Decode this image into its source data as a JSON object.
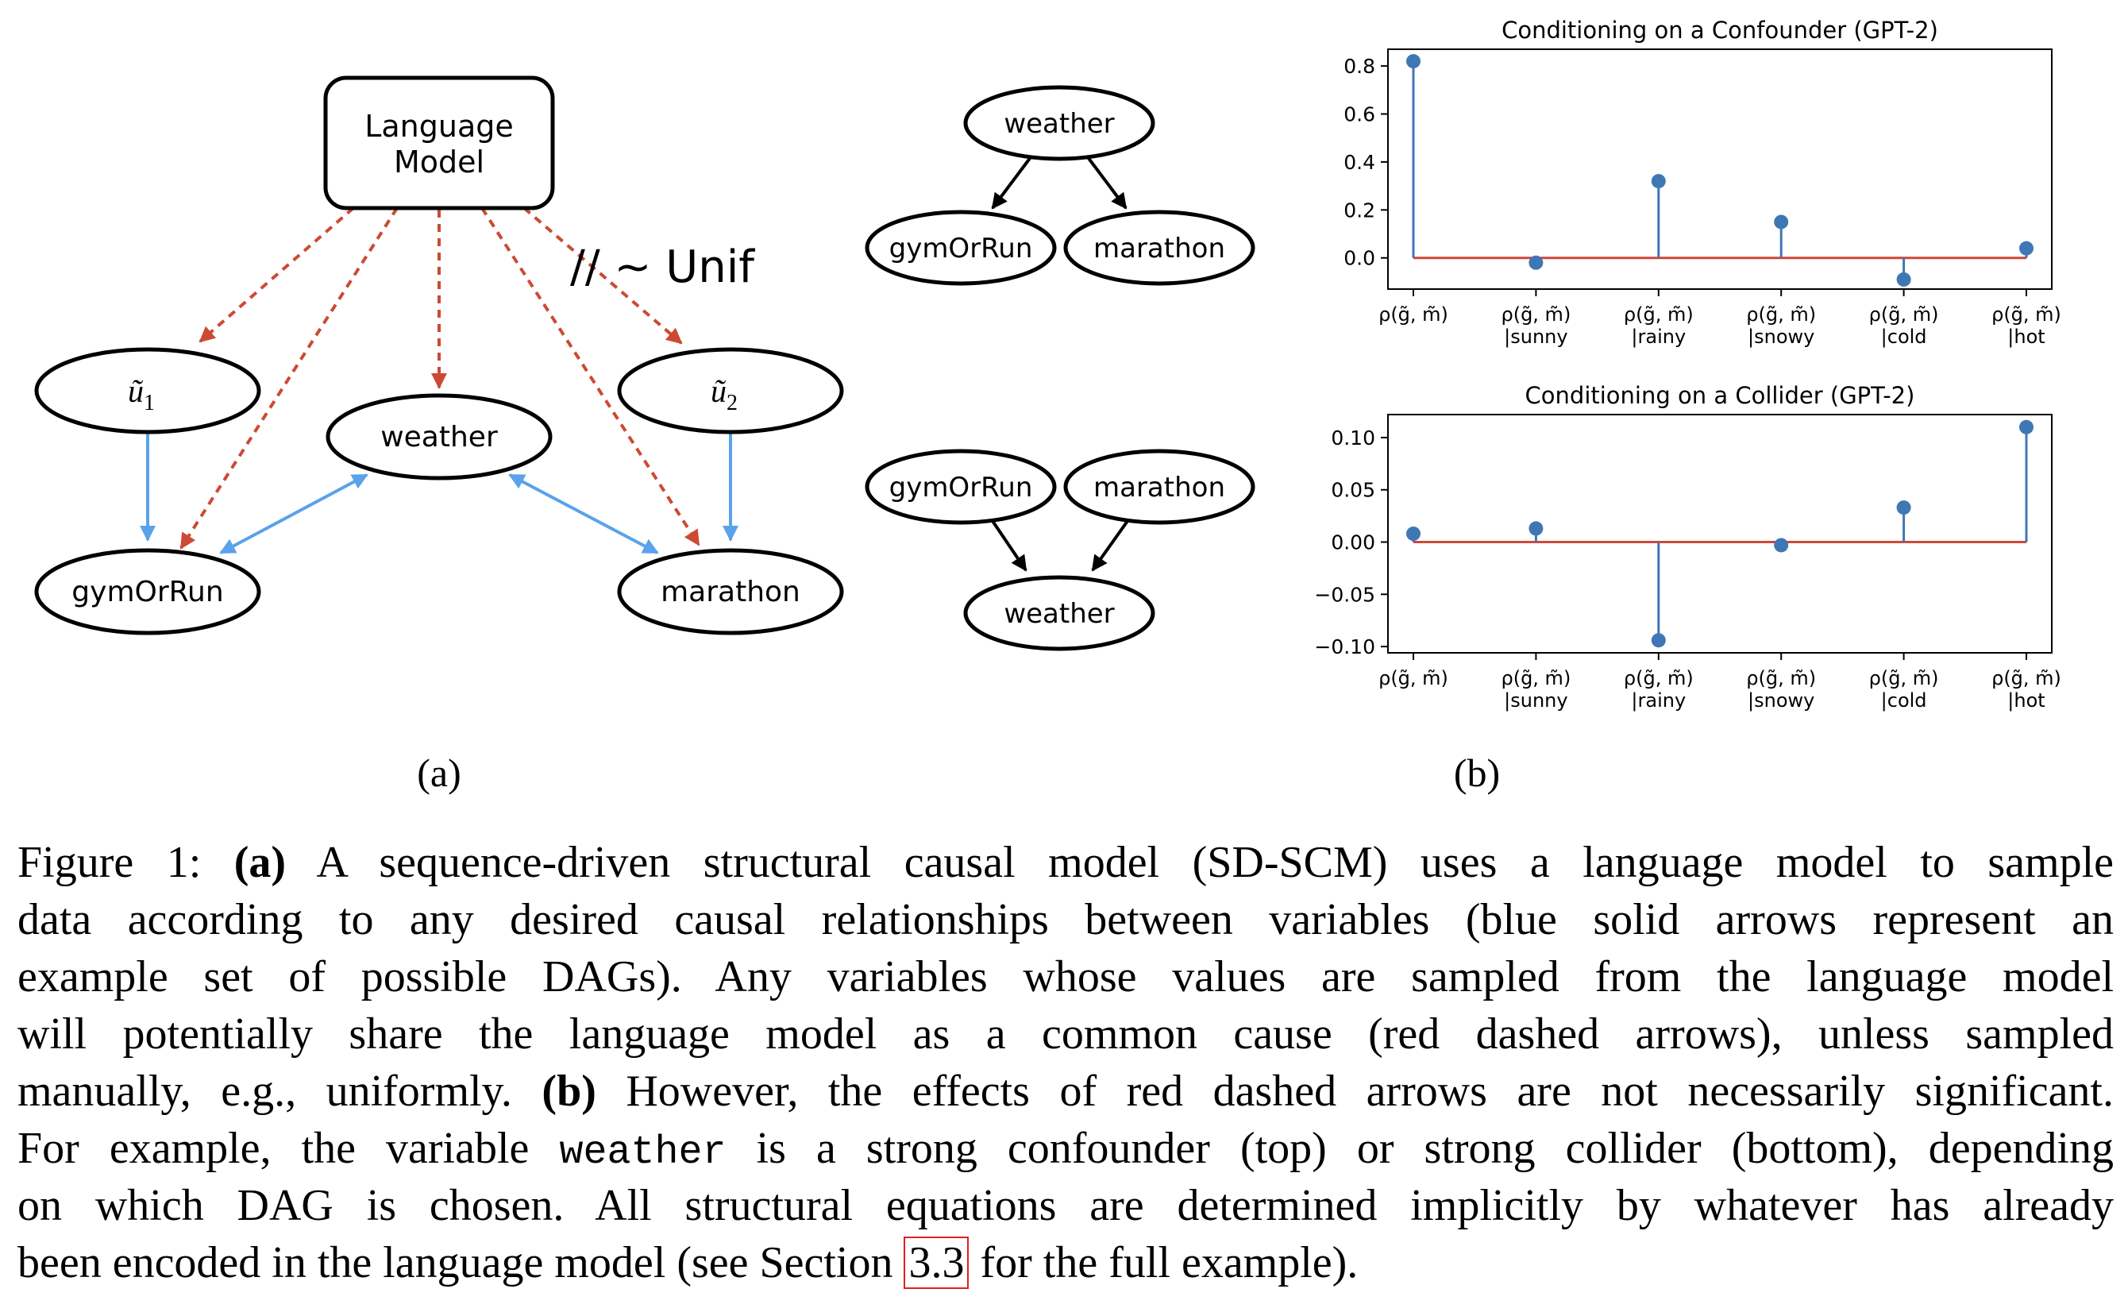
{
  "panel_a": {
    "nodes": {
      "lm_line1": "Language",
      "lm_line2": "Model",
      "u1_base": "ũ",
      "u1_sub": "1",
      "u2_base": "ũ",
      "u2_sub": "2",
      "weather": "weather",
      "gym": "gymOrRun",
      "marathon": "marathon"
    },
    "unif_label": "// ~ Unif",
    "caption_label": "(a)"
  },
  "dag_top": {
    "weather": "weather",
    "gym": "gymOrRun",
    "marathon": "marathon"
  },
  "dag_bottom": {
    "weather": "weather",
    "gym": "gymOrRun",
    "marathon": "marathon"
  },
  "panel_b": {
    "caption_label": "(b)"
  },
  "colors": {
    "blue_edge": "#5aa2ea",
    "red_edge": "#cc4a33",
    "stem": "#3f77b4",
    "baseline": "#d0473a"
  },
  "chart_data": [
    {
      "type": "stem",
      "title": "Conditioning on a Confounder (GPT-2)",
      "categories": [
        "ρ(g̃, m̃)",
        "ρ(g̃, m̃)|sunny",
        "ρ(g̃, m̃)|rainy",
        "ρ(g̃, m̃)|snowy",
        "ρ(g̃, m̃)|cold",
        "ρ(g̃, m̃)|hot"
      ],
      "category_lines": [
        [
          "ρ(g̃, m̃)",
          ""
        ],
        [
          "ρ(g̃, m̃)",
          "|sunny"
        ],
        [
          "ρ(g̃, m̃)",
          "|rainy"
        ],
        [
          "ρ(g̃, m̃)",
          "|snowy"
        ],
        [
          "ρ(g̃, m̃)",
          "|cold"
        ],
        [
          "ρ(g̃, m̃)",
          "|hot"
        ]
      ],
      "values": [
        0.82,
        -0.02,
        0.32,
        0.15,
        -0.09,
        0.04
      ],
      "ylim": [
        -0.13,
        0.87
      ],
      "yticks": [
        0.0,
        0.2,
        0.4,
        0.6,
        0.8
      ],
      "ytick_labels": [
        "0.0",
        "0.2",
        "0.4",
        "0.6",
        "0.8"
      ],
      "baseline": 0,
      "grid": false
    },
    {
      "type": "stem",
      "title": "Conditioning on a Collider (GPT-2)",
      "categories": [
        "ρ(g̃, m̃)",
        "ρ(g̃, m̃)|sunny",
        "ρ(g̃, m̃)|rainy",
        "ρ(g̃, m̃)|snowy",
        "ρ(g̃, m̃)|cold",
        "ρ(g̃, m̃)|hot"
      ],
      "category_lines": [
        [
          "ρ(g̃, m̃)",
          ""
        ],
        [
          "ρ(g̃, m̃)",
          "|sunny"
        ],
        [
          "ρ(g̃, m̃)",
          "|rainy"
        ],
        [
          "ρ(g̃, m̃)",
          "|snowy"
        ],
        [
          "ρ(g̃, m̃)",
          "|cold"
        ],
        [
          "ρ(g̃, m̃)",
          "|hot"
        ]
      ],
      "values": [
        0.008,
        0.013,
        -0.094,
        -0.003,
        0.033,
        0.11
      ],
      "ylim": [
        -0.106,
        0.122
      ],
      "yticks": [
        -0.1,
        -0.05,
        0.0,
        0.05,
        0.1
      ],
      "ytick_labels": [
        "−0.10",
        "−0.05",
        "0.00",
        "0.05",
        "0.10"
      ],
      "baseline": 0,
      "grid": false
    }
  ],
  "caption": {
    "l1_a": "Figure 1: ",
    "l1_b": "(a)",
    "l1_c": " A sequence-driven structural causal model (SD-SCM) uses a language model to sample",
    "l2": "data according to any desired causal relationships between variables (blue solid arrows represent an",
    "l3": "example set of possible DAGs). Any variables whose values are sampled from the language model",
    "l4": "will potentially share the language model as a common cause (red dashed arrows), unless sampled",
    "l5_a": "manually, e.g., uniformly. ",
    "l5_b": "(b)",
    "l5_c": " However, the effects of red dashed arrows are not necessarily significant.",
    "l6_a": "For example, the variable ",
    "l6_code": "weather",
    "l6_c": " is a strong confounder (top) or strong collider (bottom), depending",
    "l7": "on which DAG is chosen. All structural equations are determined implicitly by whatever has already",
    "l8_a": "been encoded in the language model (see Section ",
    "l8_ref": "3.3",
    "l8_c": " for the full example)."
  }
}
